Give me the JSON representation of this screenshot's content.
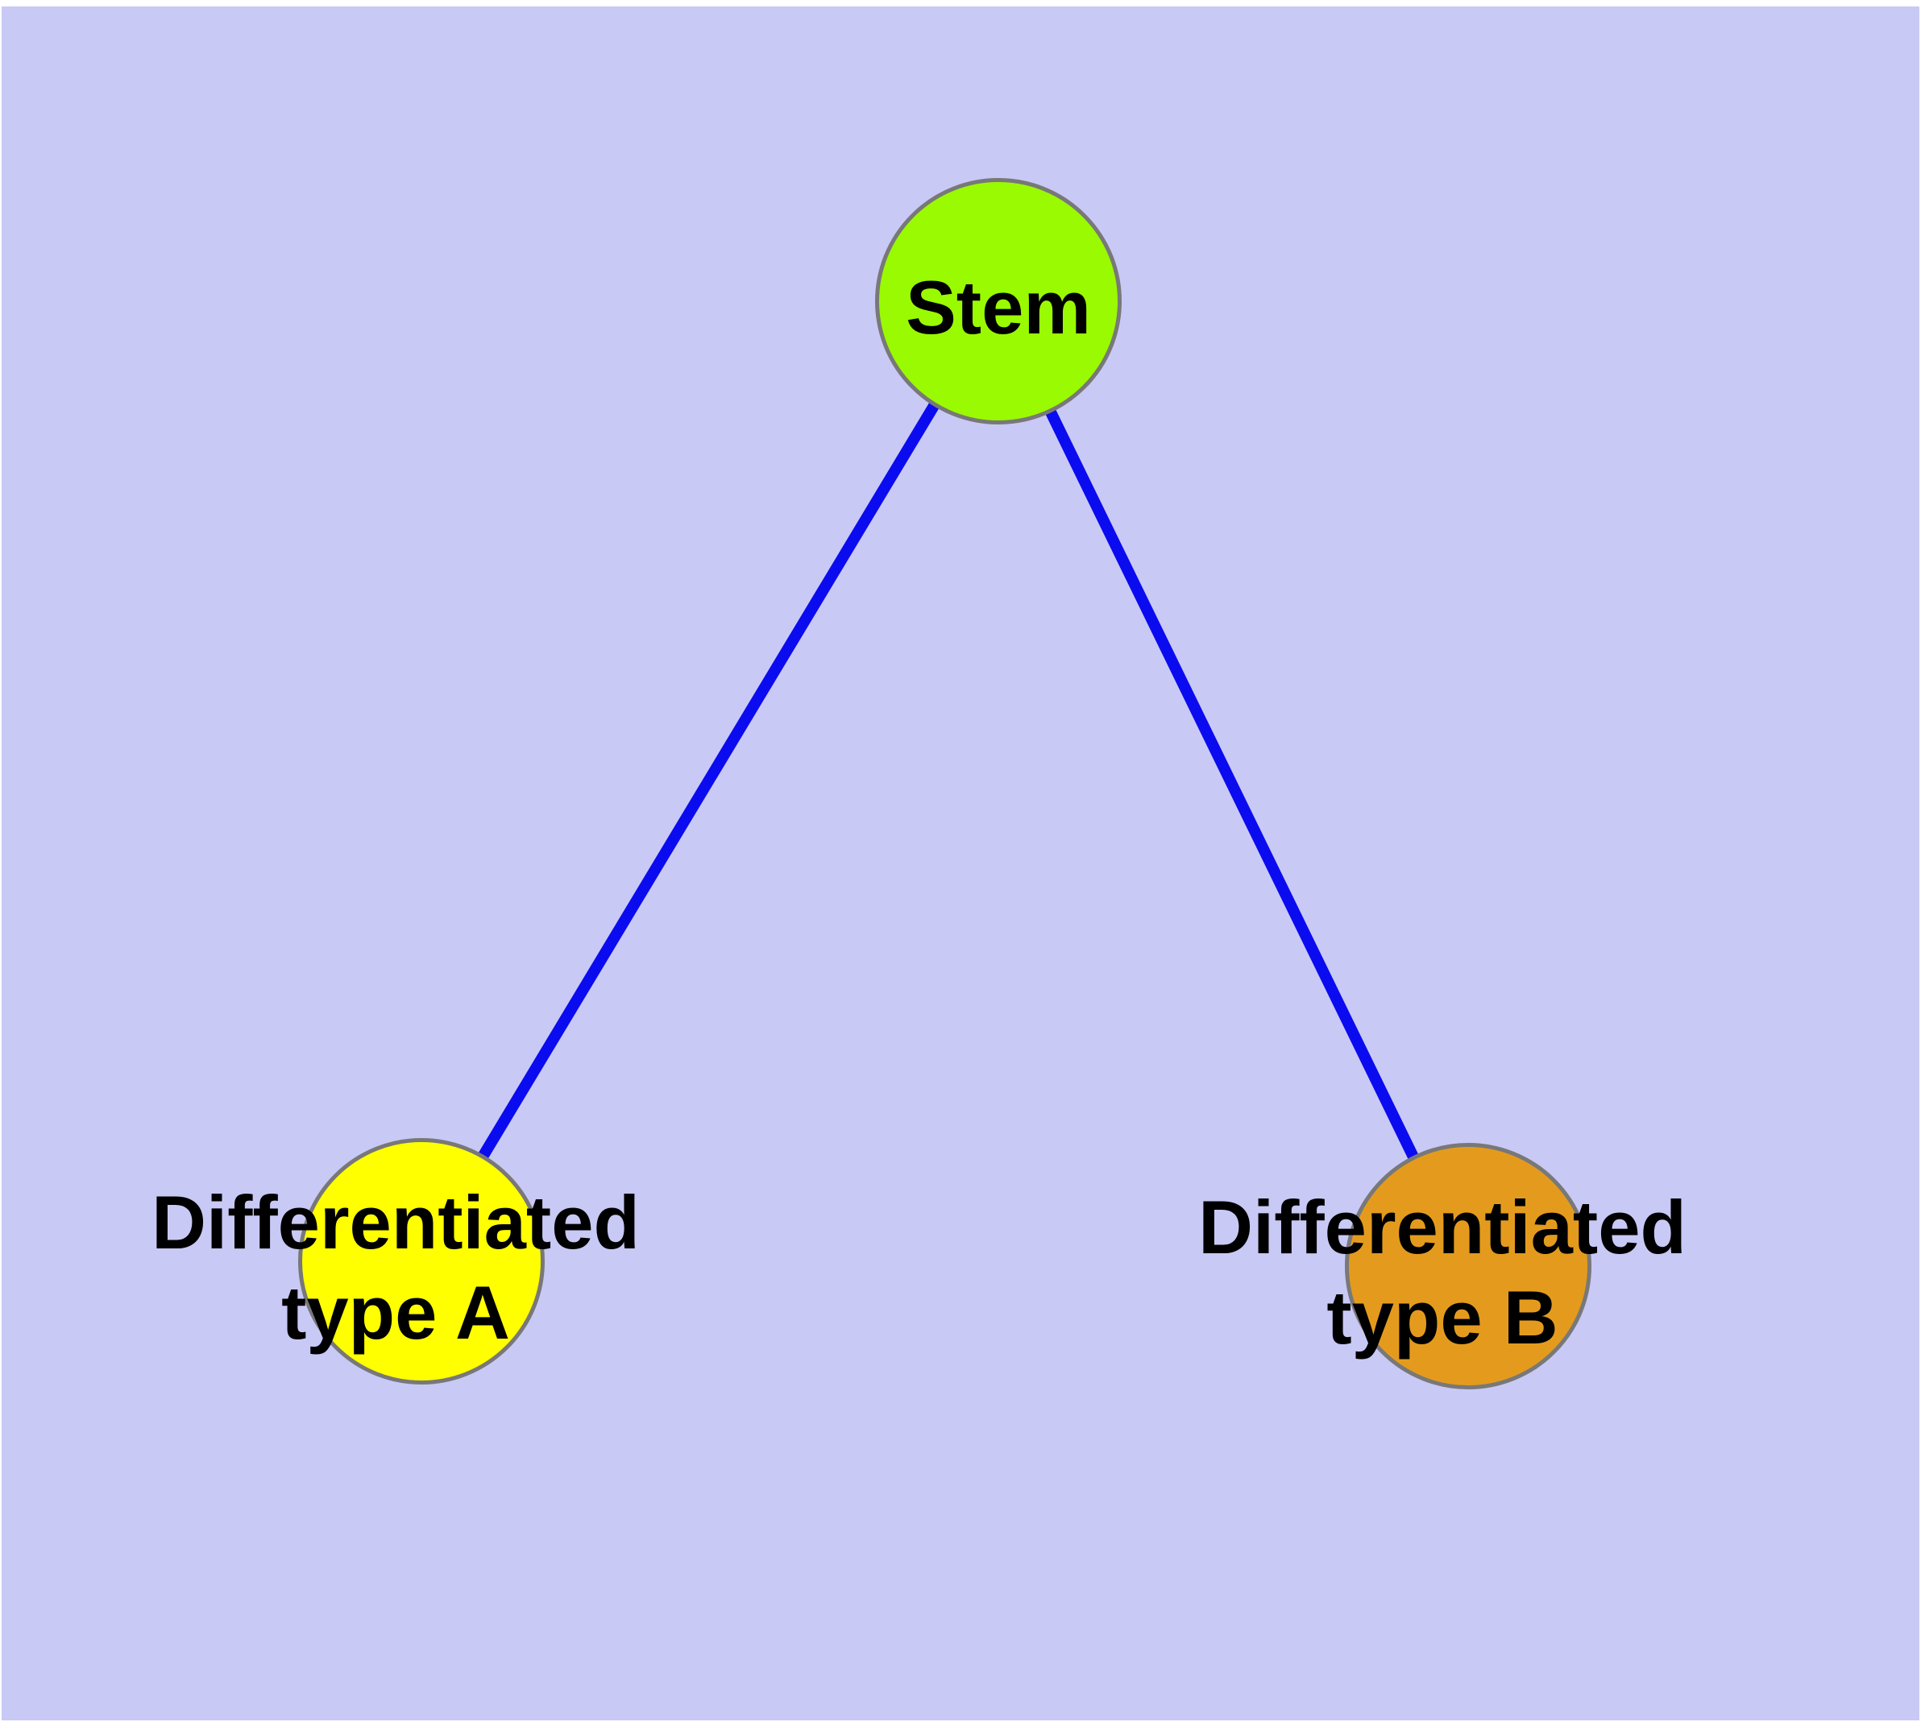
{
  "diagram": {
    "type": "graph",
    "nodes": [
      {
        "id": "stem",
        "label": "Stem",
        "fill": "#9AFA01"
      },
      {
        "id": "diff-a",
        "label": "Differentiated\ntype A",
        "fill": "#FFFF00"
      },
      {
        "id": "diff-b",
        "label": "Differentiated\ntype B",
        "fill": "#E49B1D"
      }
    ],
    "edges": [
      {
        "from": "stem",
        "to": "diff-a"
      },
      {
        "from": "stem",
        "to": "diff-b"
      }
    ],
    "colors": {
      "background": "#C9C9F6",
      "page_margin": "#FFFFFF",
      "edge": "#0B0BF0",
      "node_border": "#787878",
      "label_text": "#000000"
    }
  }
}
